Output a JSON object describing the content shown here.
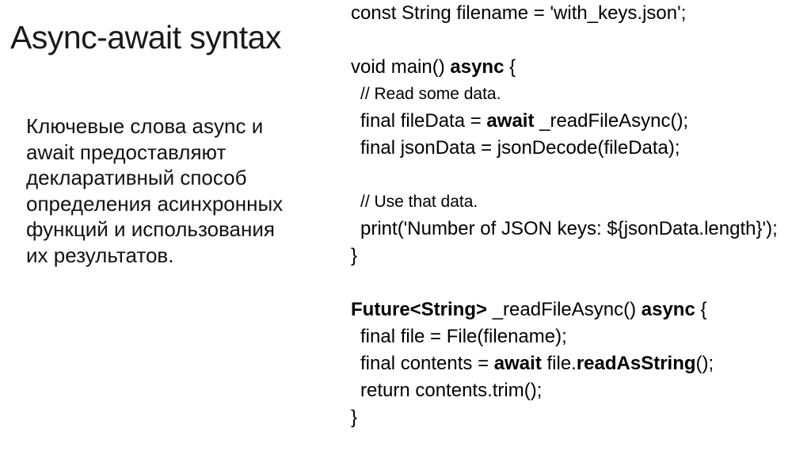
{
  "slide": {
    "title": "Async-await syntax",
    "description_lines": [
      "Ключевые слова async и",
      "await предоставляют",
      "декларативный способ",
      "определения асинхронных",
      "функций и использования",
      "их результатов."
    ]
  },
  "colors": {
    "background": "#ffffff",
    "text": "#000000",
    "title_text": "#1a1a1a"
  },
  "code": {
    "language": "dart",
    "lines": [
      {
        "indent": 0,
        "segments": [
          {
            "t": "const String filename = 'with_keys.json';"
          }
        ]
      },
      {
        "blank": true
      },
      {
        "indent": 0,
        "segments": [
          {
            "t": "void main() "
          },
          {
            "t": "async",
            "b": true
          },
          {
            "t": " {"
          }
        ]
      },
      {
        "indent": 1,
        "comment": true,
        "segments": [
          {
            "t": "// Read some data."
          }
        ]
      },
      {
        "indent": 1,
        "segments": [
          {
            "t": "final fileData = "
          },
          {
            "t": "await",
            "b": true
          },
          {
            "t": " _readFileAsync();"
          }
        ]
      },
      {
        "indent": 1,
        "segments": [
          {
            "t": "final jsonData = jsonDecode(fileData);"
          }
        ]
      },
      {
        "blank": true
      },
      {
        "indent": 1,
        "comment": true,
        "segments": [
          {
            "t": "// Use that data."
          }
        ]
      },
      {
        "indent": 1,
        "segments": [
          {
            "t": "print('Number of JSON keys: ${jsonData.length}');"
          }
        ]
      },
      {
        "indent": 0,
        "segments": [
          {
            "t": "}"
          }
        ]
      },
      {
        "blank": true
      },
      {
        "indent": 0,
        "segments": [
          {
            "t": "Future<String>",
            "b": true
          },
          {
            "t": " _readFileAsync() "
          },
          {
            "t": "async",
            "b": true
          },
          {
            "t": " {"
          }
        ]
      },
      {
        "indent": 1,
        "segments": [
          {
            "t": "final file = File(filename);"
          }
        ]
      },
      {
        "indent": 1,
        "segments": [
          {
            "t": "final contents = "
          },
          {
            "t": "await",
            "b": true
          },
          {
            "t": " file."
          },
          {
            "t": "readAsString",
            "b": true
          },
          {
            "t": "();"
          }
        ]
      },
      {
        "indent": 1,
        "segments": [
          {
            "t": "return contents.trim();"
          }
        ]
      },
      {
        "indent": 0,
        "segments": [
          {
            "t": "}"
          }
        ]
      }
    ]
  }
}
